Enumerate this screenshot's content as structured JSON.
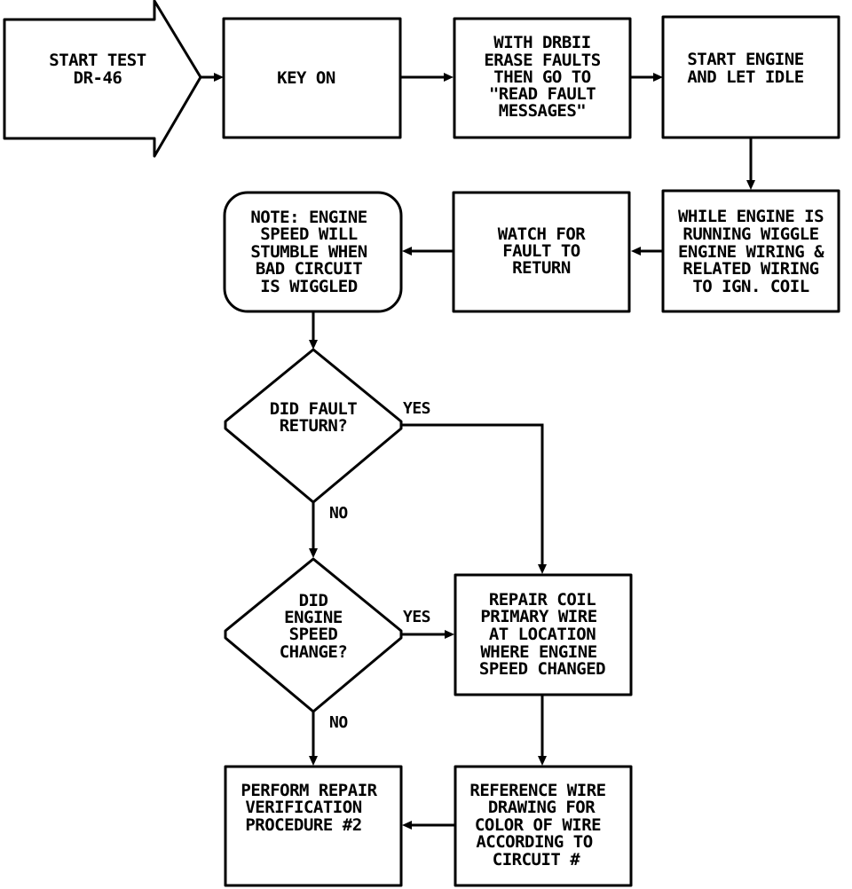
{
  "diagram": {
    "type": "flowchart",
    "line_color": "#000000",
    "background": "#ffffff",
    "nodes": {
      "start": {
        "lines": [
          "START TEST",
          "DR-46"
        ]
      },
      "key_on": {
        "lines": [
          "KEY ON"
        ]
      },
      "erase_faults": {
        "lines": [
          "WITH DRBII",
          "ERASE FAULTS",
          "THEN GO TO",
          "\"READ FAULT",
          "MESSAGES\""
        ]
      },
      "start_engine": {
        "lines": [
          "START ENGINE",
          "AND LET IDLE"
        ]
      },
      "wiggle": {
        "lines": [
          "WHILE ENGINE IS",
          "RUNNING WIGGLE",
          "ENGINE WIRING &",
          "RELATED WIRING",
          "TO IGN. COIL"
        ]
      },
      "watch": {
        "lines": [
          "WATCH FOR",
          "FAULT TO",
          "RETURN"
        ]
      },
      "note": {
        "lines": [
          "NOTE: ENGINE",
          "SPEED WILL",
          "STUMBLE WHEN",
          "BAD CIRCUIT",
          "IS WIGGLED"
        ]
      },
      "decision_fault": {
        "lines": [
          "DID FAULT",
          "RETURN?"
        ]
      },
      "decision_speed": {
        "lines": [
          "DID",
          "ENGINE",
          "SPEED",
          "CHANGE?"
        ]
      },
      "repair_coil": {
        "lines": [
          "REPAIR COIL",
          "PRIMARY WIRE",
          "AT LOCATION",
          "WHERE ENGINE",
          "SPEED CHANGED"
        ]
      },
      "reference_wire": {
        "lines": [
          "REFERENCE WIRE",
          "DRAWING FOR",
          "COLOR OF WIRE",
          "ACCORDING TO",
          "CIRCUIT #"
        ]
      },
      "verification": {
        "lines": [
          "PERFORM REPAIR",
          "VERIFICATION",
          "PROCEDURE #2"
        ]
      }
    },
    "edges": [
      {
        "from": "start",
        "to": "key_on",
        "label": ""
      },
      {
        "from": "key_on",
        "to": "erase_faults",
        "label": ""
      },
      {
        "from": "erase_faults",
        "to": "start_engine",
        "label": ""
      },
      {
        "from": "start_engine",
        "to": "wiggle",
        "label": ""
      },
      {
        "from": "wiggle",
        "to": "watch",
        "label": ""
      },
      {
        "from": "watch",
        "to": "note",
        "label": ""
      },
      {
        "from": "note",
        "to": "decision_fault",
        "label": ""
      },
      {
        "from": "decision_fault",
        "to": "repair_coil",
        "label": "YES"
      },
      {
        "from": "decision_fault",
        "to": "decision_speed",
        "label": "NO"
      },
      {
        "from": "decision_speed",
        "to": "repair_coil",
        "label": "YES"
      },
      {
        "from": "decision_speed",
        "to": "verification",
        "label": "NO"
      },
      {
        "from": "repair_coil",
        "to": "reference_wire",
        "label": ""
      },
      {
        "from": "reference_wire",
        "to": "verification",
        "label": ""
      }
    ],
    "labels": {
      "fault_yes": "YES",
      "fault_no": "NO",
      "speed_yes": "YES",
      "speed_no": "NO"
    }
  }
}
